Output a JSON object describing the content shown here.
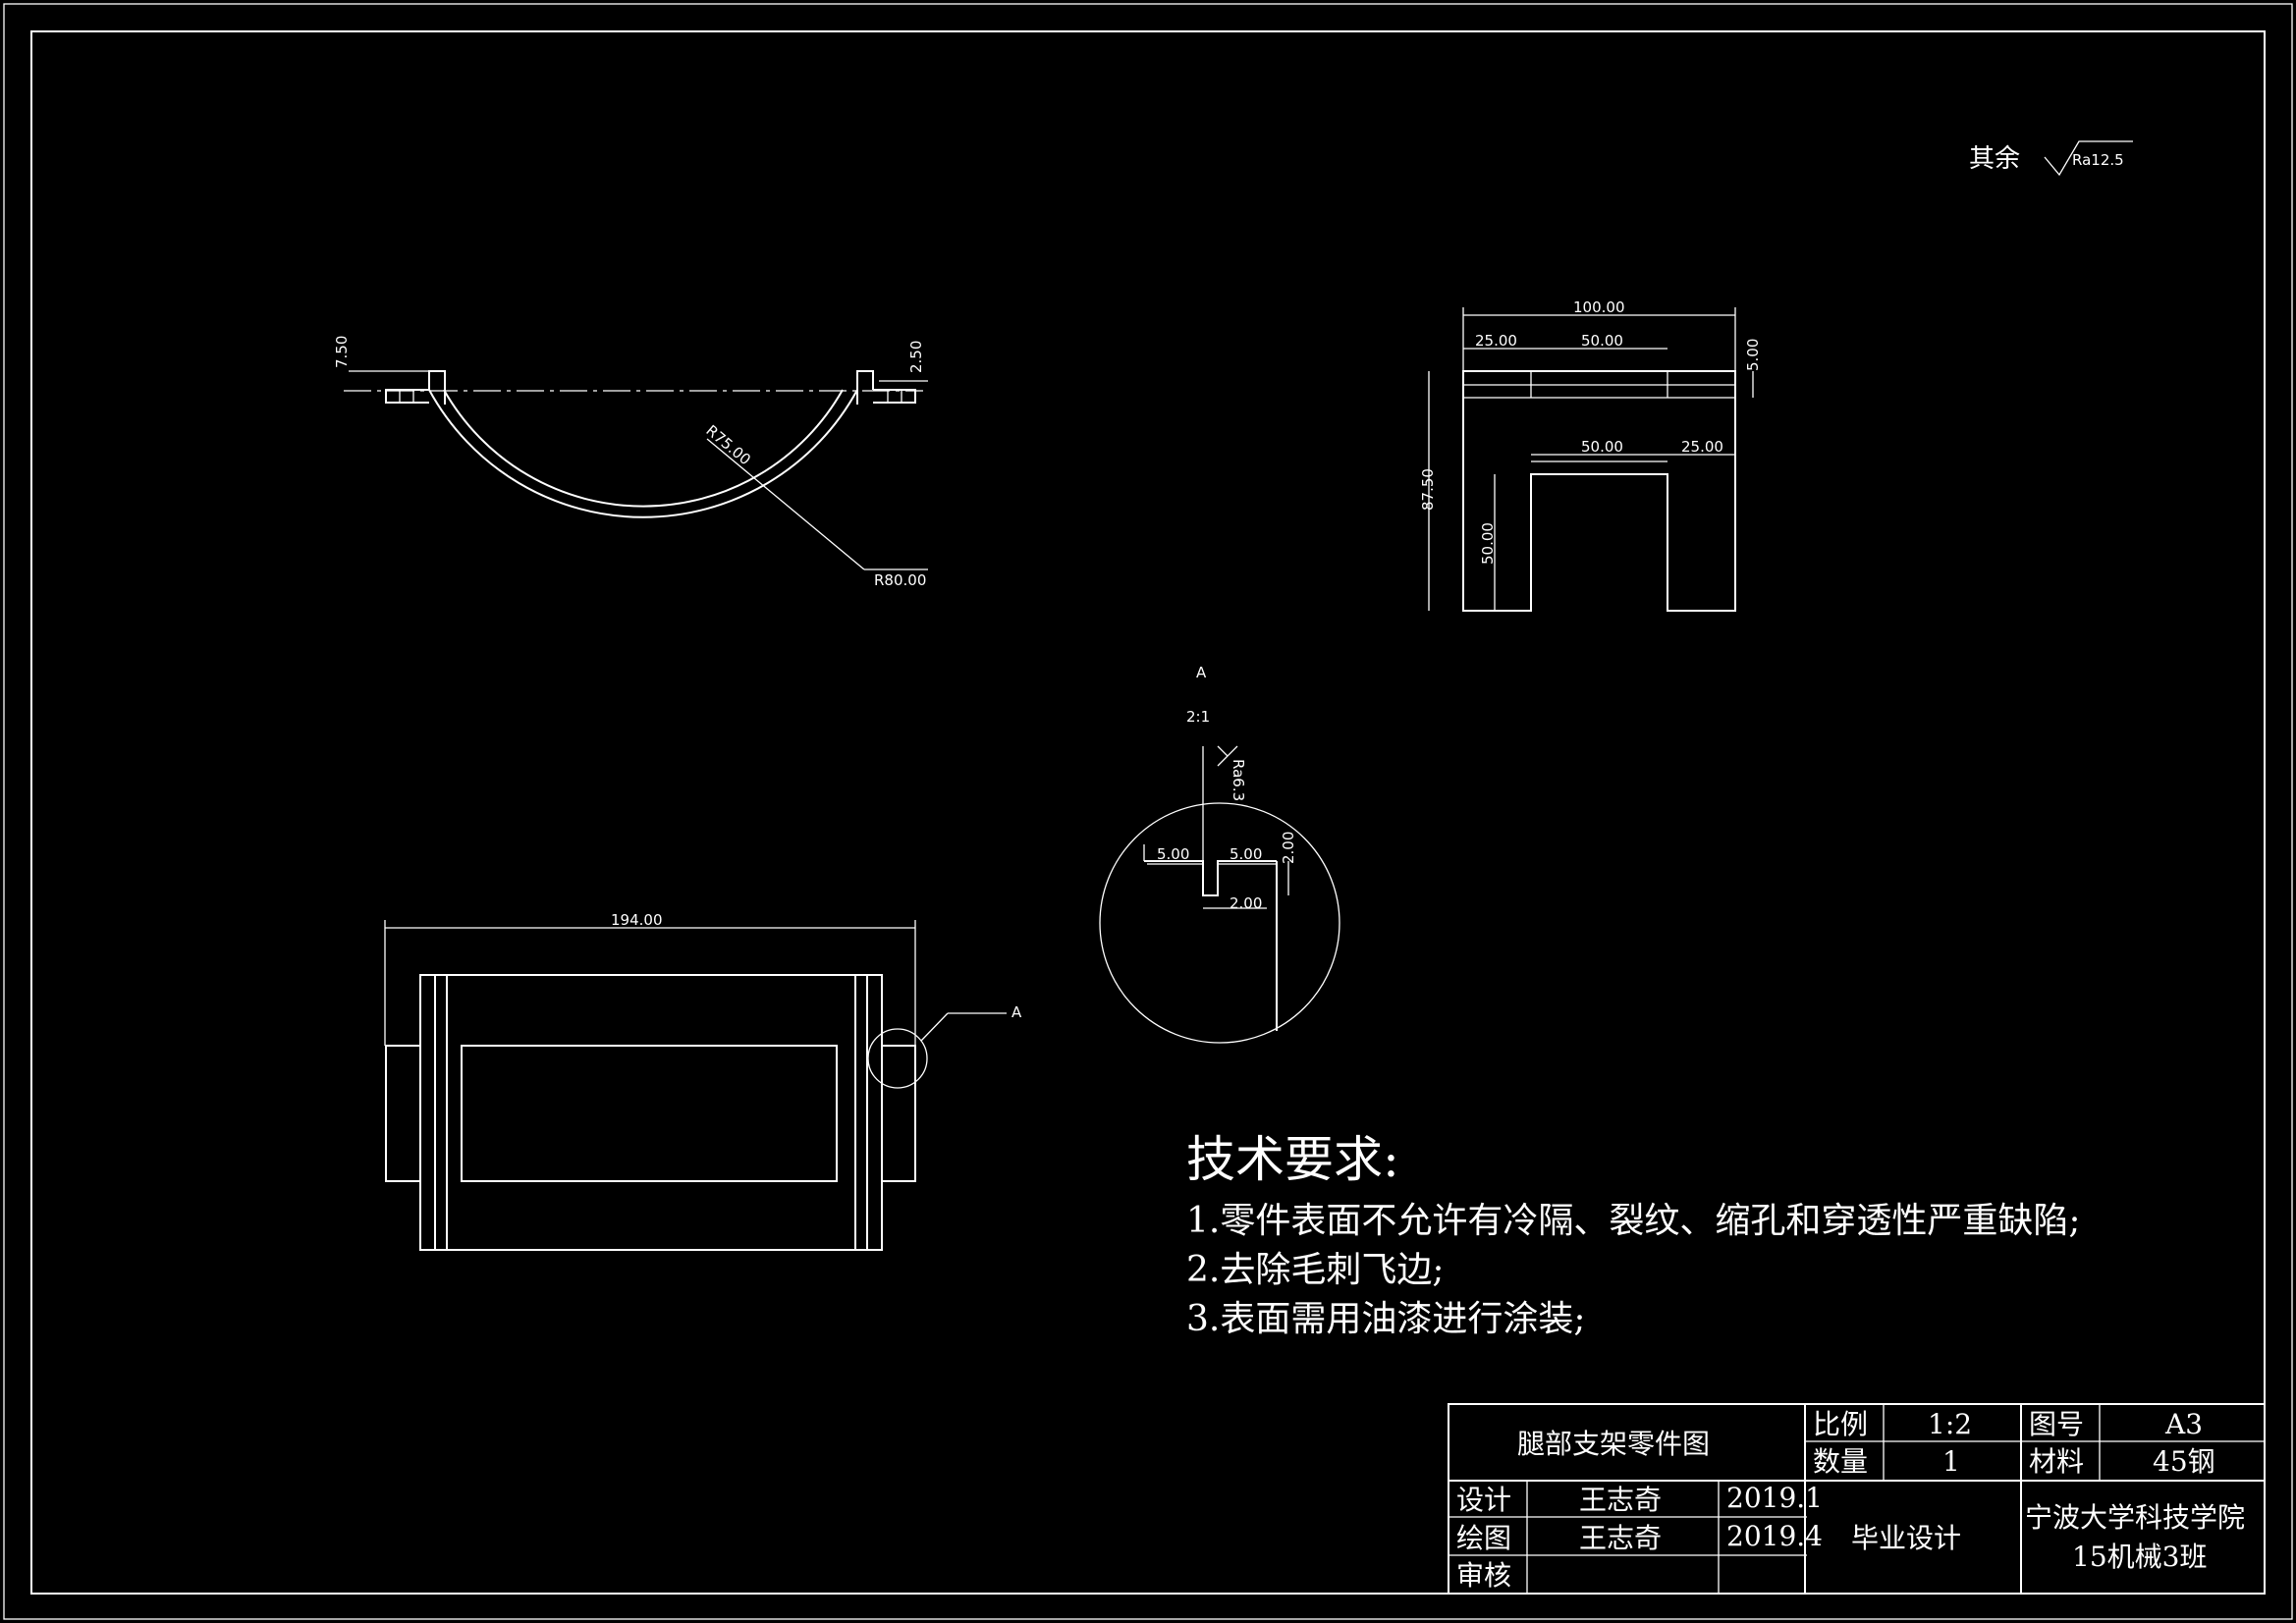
{
  "roughness_note": {
    "label": "其余",
    "value": "Ra12.5"
  },
  "front_view": {
    "r_inner": "R75.00",
    "r_outer": "R80.00",
    "dim_left": "7.50",
    "dim_right": "2.50"
  },
  "side_view": {
    "top_width": "100.00",
    "top_left": "25.00",
    "top_mid": "50.00",
    "top_thk": "5.00",
    "gap_width": "50.00",
    "right_leg": "25.00",
    "height": "87.50",
    "leg_height": "50.00"
  },
  "top_view": {
    "width": "194.00",
    "detail_ref": "A"
  },
  "detail": {
    "label": "A",
    "scale": "2:1",
    "roughness": "Ra6.3",
    "d1": "5.00",
    "d2": "5.00",
    "d3": "2.00",
    "d4": "2.00"
  },
  "requirements": {
    "title": "技术要求:",
    "items": [
      "1.零件表面不允许有冷隔、裂纹、缩孔和穿透性严重缺陷;",
      "2.去除毛刺飞边;",
      "3.表面需用油漆进行涂装;"
    ]
  },
  "title_block": {
    "drawing_name": "腿部支架零件图",
    "scale_label": "比例",
    "scale_value": "1:2",
    "sheet_label": "图号",
    "sheet_value": "A3",
    "qty_label": "数量",
    "qty_value": "1",
    "material_label": "材料",
    "material_value": "45钢",
    "design_label": "设计",
    "design_name": "王志奇",
    "design_date": "2019.1",
    "draw_label": "绘图",
    "draw_name": "王志奇",
    "draw_date": "2019.4",
    "review_label": "审核",
    "project": "毕业设计",
    "school": "宁波大学科技学院",
    "class": "15机械3班"
  }
}
